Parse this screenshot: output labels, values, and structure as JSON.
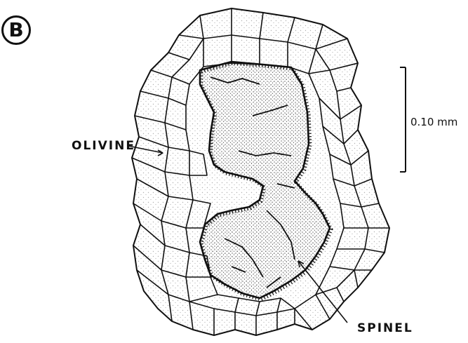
{
  "panel": {
    "letter": "B"
  },
  "labels": {
    "mineral_a": "OLIVINE",
    "mineral_b": "SPINEL"
  },
  "scale_bar": {
    "label": "0.10 mm"
  },
  "colors": {
    "ink": "#111111",
    "paper": "#ffffff"
  }
}
